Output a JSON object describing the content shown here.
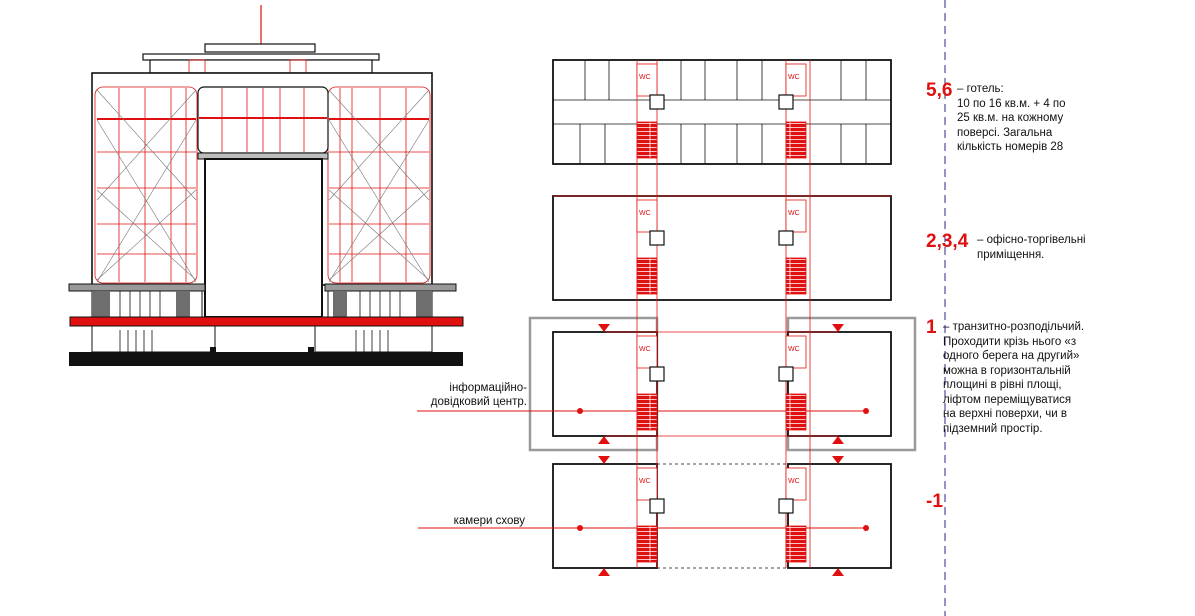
{
  "levels": [
    {
      "label": "5,6",
      "dash": "– ",
      "text": "готель:\n10 по 16 кв.м. + 4 по\n25 кв.м. на кожному\nповерсі. Загальна\nкількість номерів 28"
    },
    {
      "label": "2,3,4",
      "dash": "– ",
      "text": "офісно-торгівельні\nприміщення."
    },
    {
      "label": "1",
      "dash": "– ",
      "text": "транзитно-розподільчий.\nПроходити крізь нього «з\nодного берега на другий»\nможна в горизонтальній\nплощині в рівні площі,\nліфтом переміщуватися\nна верхні поверхи, чи в\nпідземний простір."
    },
    {
      "label": "-1",
      "dash": "",
      "text": ""
    }
  ],
  "callouts": {
    "info_center": "інформаційно-\nдовідковий центр.",
    "storage": "камери схову"
  },
  "wc_label": "WC",
  "colors": {
    "accent": "#e01010",
    "line": "#111111",
    "grey": "#9a9a9a"
  }
}
